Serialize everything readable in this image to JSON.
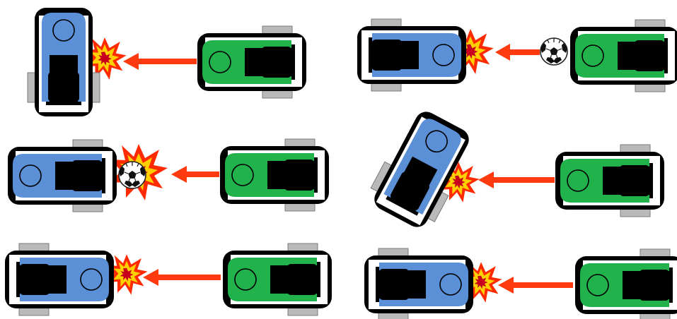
{
  "colors": {
    "blue_robot": "#5b8fd6",
    "green_robot": "#22b24c",
    "wheel": "#b9b9b9",
    "outline": "#000000",
    "arrow": "#ff3a0f",
    "burst_outer": "#ff2a00",
    "burst_mid": "#ffd000",
    "burst_core": "#c8001e"
  },
  "icons": {
    "robot": "robot-top-view-icon",
    "impact": "impact-burst-icon",
    "ball": "soccer-ball-icon",
    "arrow": "motion-arrow-icon"
  },
  "scenarios": [
    {
      "id": "scenario-1",
      "blue_pose": "vertical",
      "has_ball": false
    },
    {
      "id": "scenario-2",
      "blue_pose": "facing-right",
      "has_ball": true
    },
    {
      "id": "scenario-3",
      "blue_pose": "facing-left",
      "has_ball": true
    },
    {
      "id": "scenario-4",
      "blue_pose": "tilted",
      "has_ball": false
    },
    {
      "id": "scenario-5",
      "blue_pose": "facing-right",
      "has_ball": false
    },
    {
      "id": "scenario-6",
      "blue_pose": "facing-right",
      "has_ball": false
    }
  ]
}
